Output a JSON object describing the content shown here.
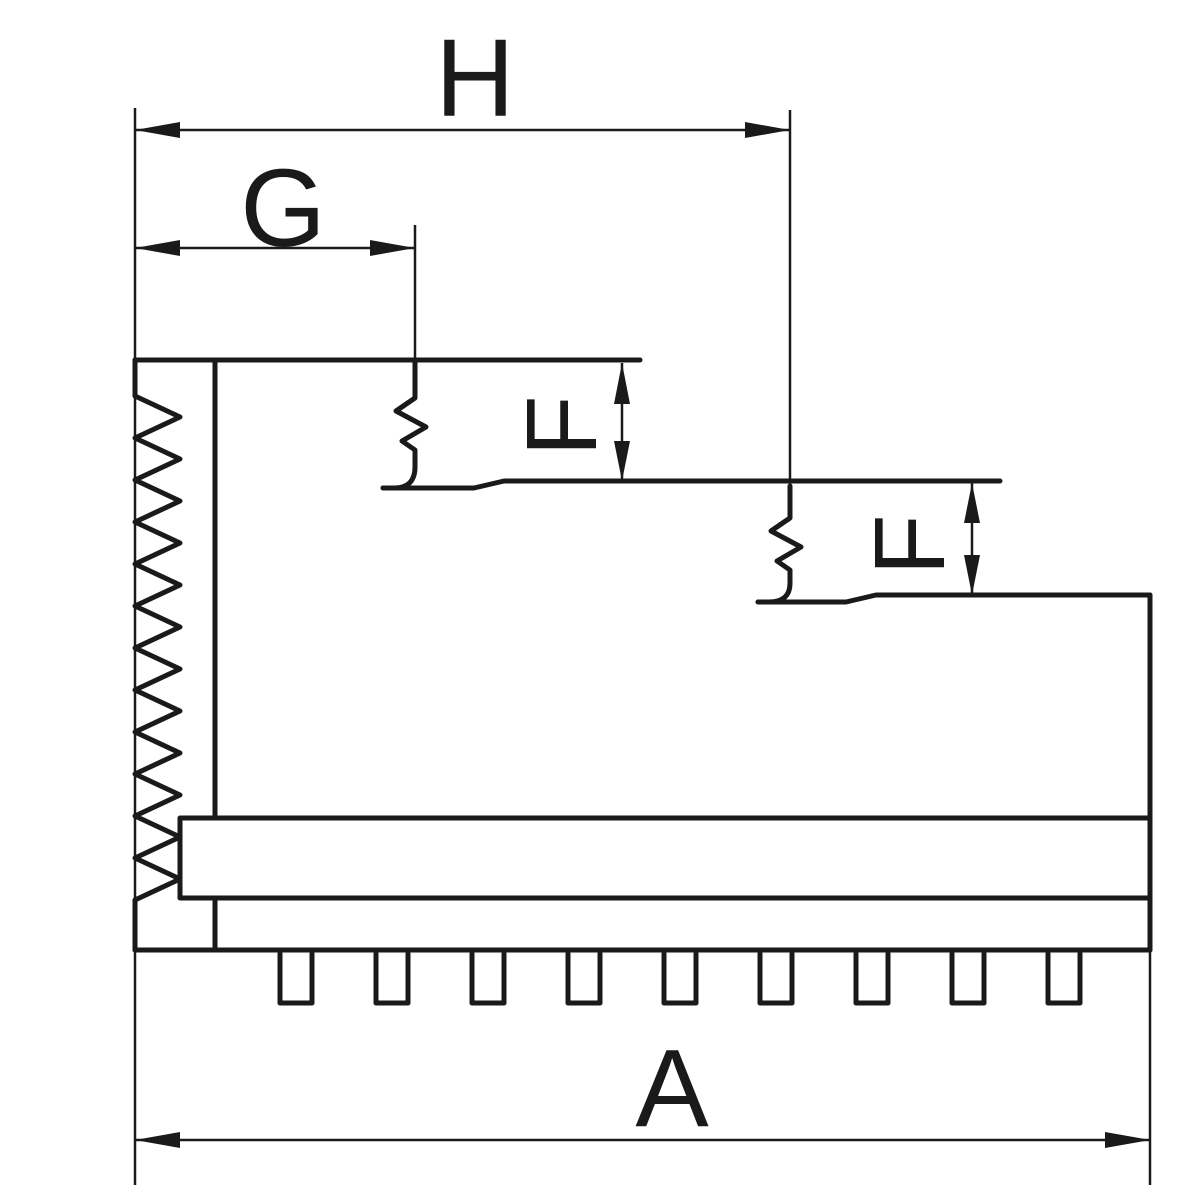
{
  "drawing": {
    "background": "#ffffff",
    "line_color": "#1a1a1a",
    "dimensions": {
      "h": {
        "label": "H"
      },
      "g": {
        "label": "G"
      },
      "f_upper": {
        "label": "F"
      },
      "f_lower": {
        "label": "F"
      },
      "a": {
        "label": "A"
      }
    }
  }
}
